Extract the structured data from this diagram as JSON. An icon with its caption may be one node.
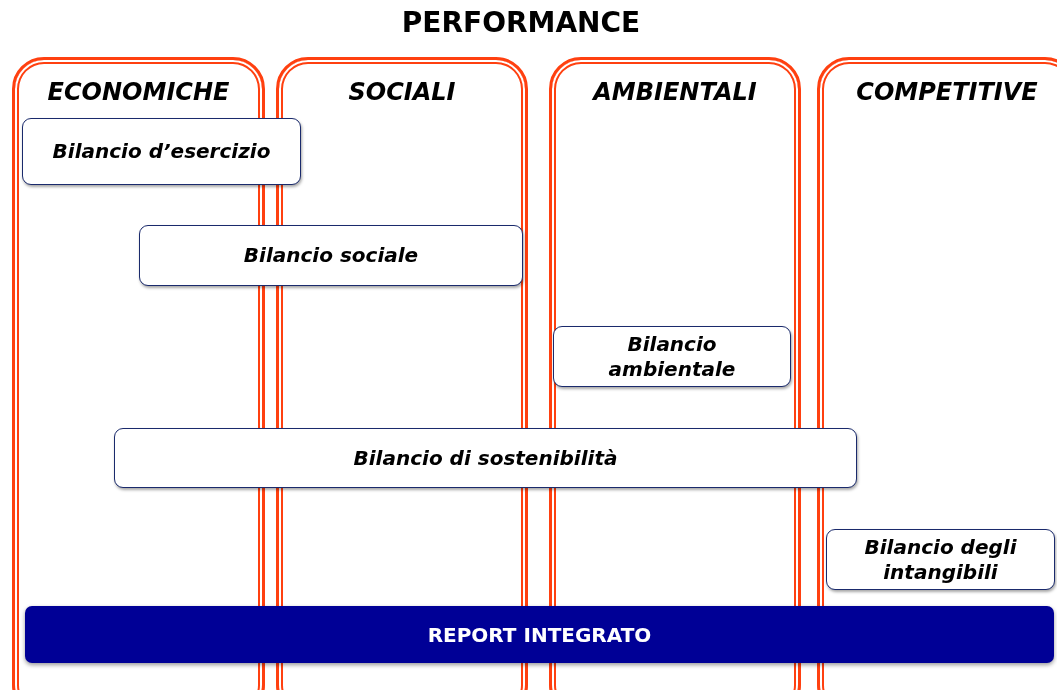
{
  "diagram": {
    "title": "PERFORMANCE",
    "nodes": [
      {
        "text": [
          "ECONOMICHE"
        ]
      },
      {
        "text": [
          "SOCIALI"
        ]
      },
      {
        "text": [
          "AMBIENTALI"
        ]
      },
      {
        "text": [
          "COMPETITIVE"
        ]
      },
      {
        "text": [
          "Bilancio d’esercizio"
        ]
      },
      {
        "text": [
          "Bilancio sociale"
        ]
      },
      {
        "text": [
          "Bilancio ambientale"
        ],
        "in": 2
      },
      {
        "text": [
          "Bilancio di sostenibilità"
        ]
      },
      {
        "text": [
          "Bilancio degli intangibili"
        ],
        "in": 3
      },
      {
        "text": [
          "REPORT INTEGRATO"
        ]
      }
    ]
  }
}
